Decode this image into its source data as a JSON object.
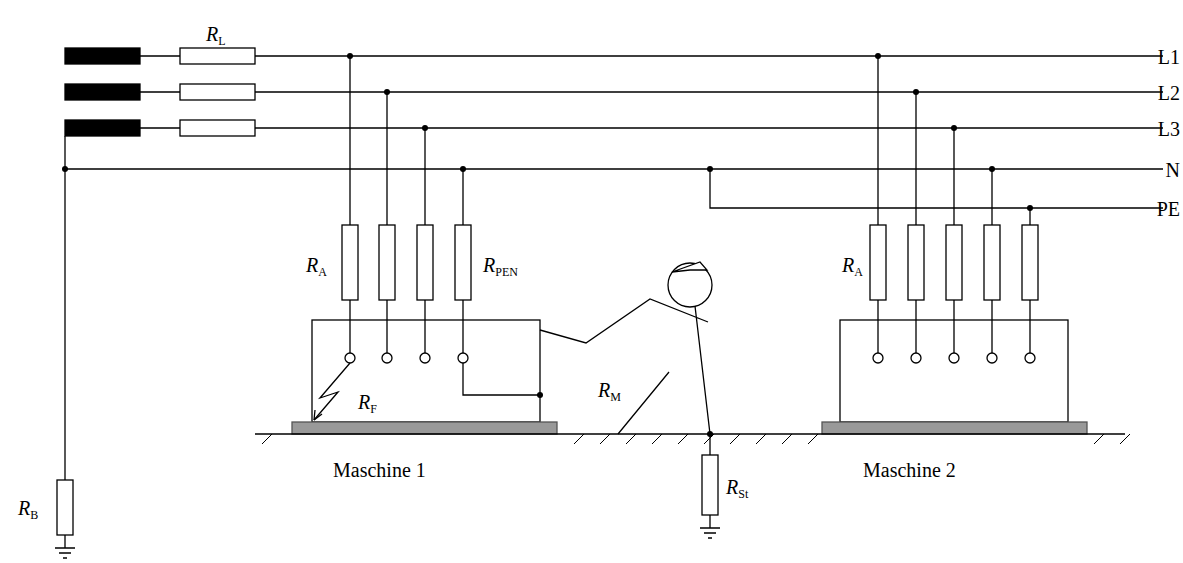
{
  "diagram": {
    "labels": [
      "RL",
      "L1",
      "L2",
      "L3",
      "N",
      "PE",
      "RA",
      "RPEN",
      "RF",
      "RM",
      "RA",
      "Maschine 1",
      "RSt",
      "Maschine 2",
      "RB"
    ]
  }
}
